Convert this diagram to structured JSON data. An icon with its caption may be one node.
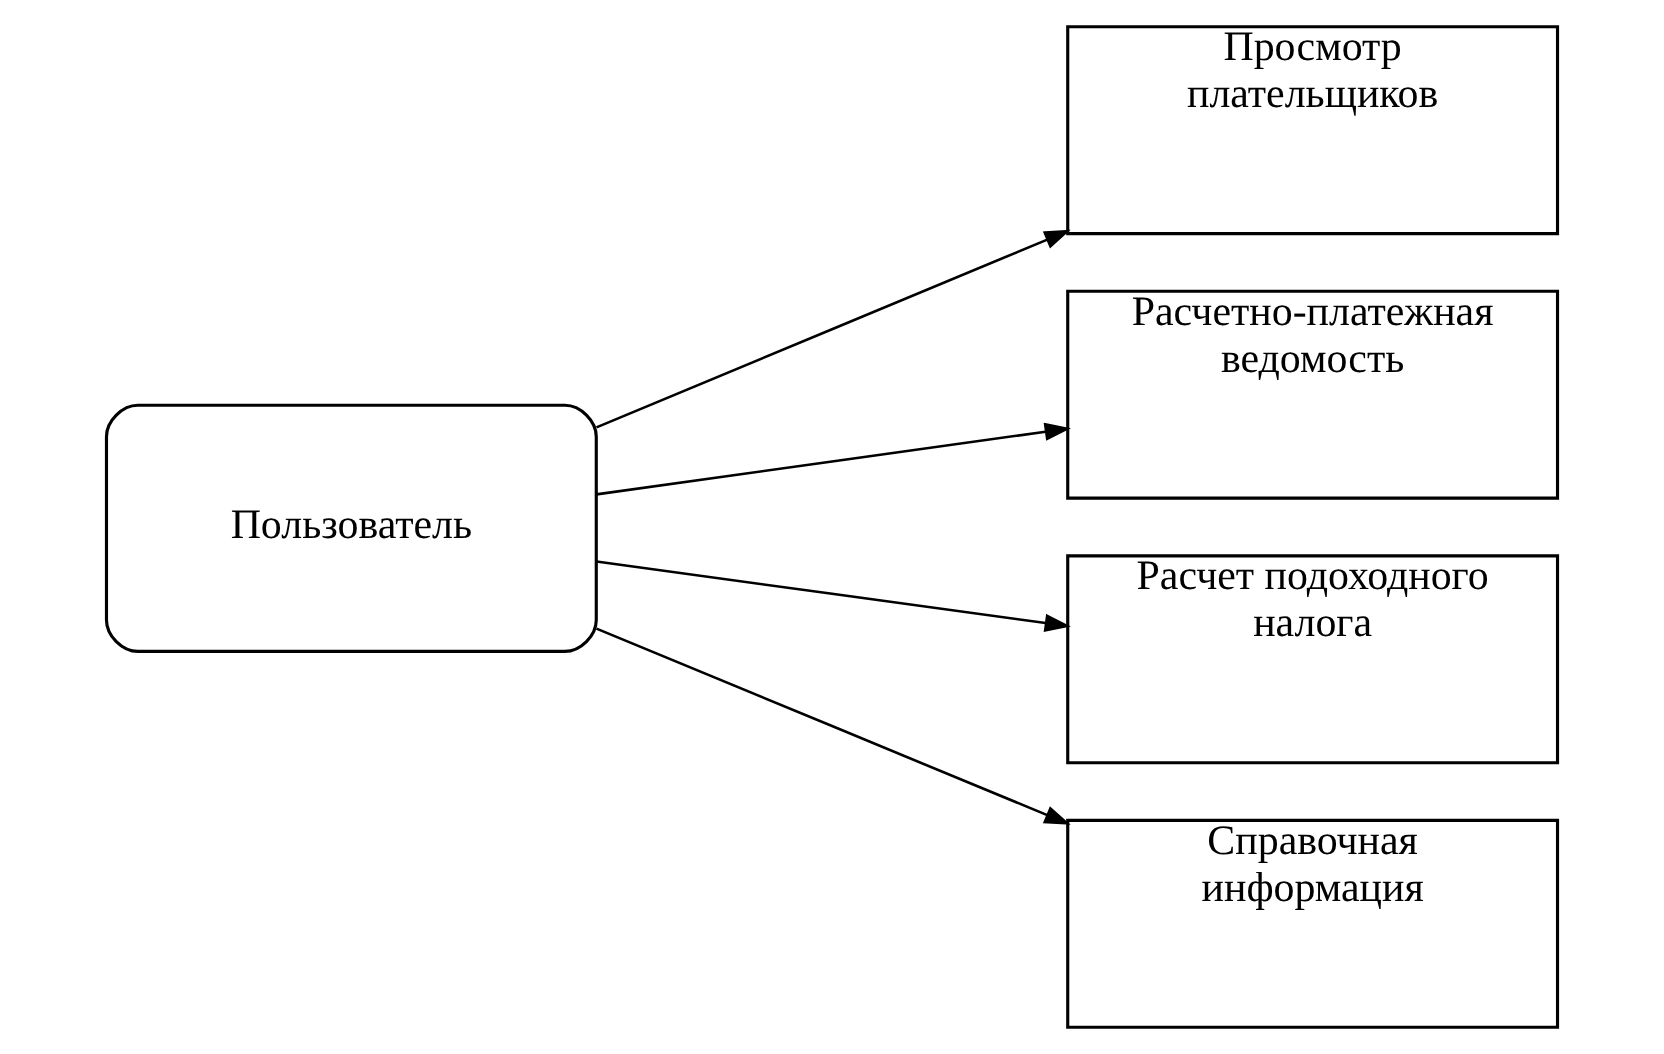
{
  "diagram": {
    "nodes": [
      {
        "text": [
          "Пользователь"
        ]
      },
      {
        "text": [
          "Просмотр плательщиков"
        ]
      },
      {
        "text": [
          "Расчетно-платежная ведомость"
        ]
      },
      {
        "text": [
          "Расчет подоходного налога"
        ]
      },
      {
        "text": [
          "Справочная информация"
        ]
      }
    ],
    "edges": [
      {
        "from": 0,
        "to": 1,
        "arrow": "to"
      },
      {
        "from": 0,
        "to": 2,
        "arrow": "to"
      },
      {
        "from": 0,
        "to": 3,
        "arrow": "to"
      },
      {
        "from": 0,
        "to": 4,
        "arrow": "to"
      }
    ]
  }
}
